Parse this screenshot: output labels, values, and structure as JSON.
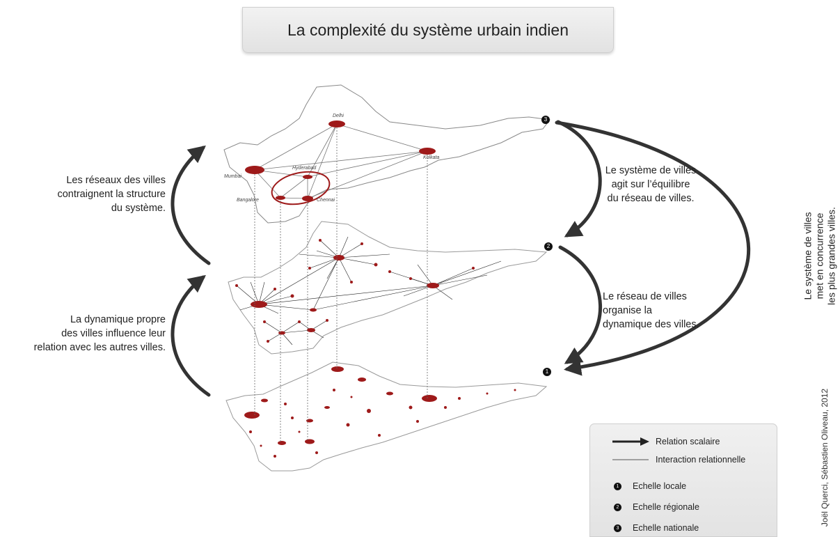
{
  "title": "La complexité du système urbain indien",
  "captions": {
    "left_top": [
      "Les réseaux des villes",
      "contraignent la structure",
      "du système."
    ],
    "left_bottom": [
      "La dynamique propre",
      "des villes influence leur",
      "relation avec les autres villes."
    ],
    "right_top": [
      "Le système de villes",
      "agit sur l’équilibre",
      "du réseau de villes."
    ],
    "right_middle": [
      "Le réseau de villes",
      "organise la",
      "dynamique des villes."
    ],
    "right_vertical": [
      "Le système de villes",
      "met en concurrence",
      "les plus grandes villes."
    ]
  },
  "level_markers": {
    "top": "3",
    "middle": "2",
    "bottom": "1"
  },
  "city_labels": {
    "delhi": "Delhi",
    "kolkata": "Kolkata",
    "mumbai": "Mumbai",
    "hyderabad": "Hyderabad",
    "bangalore": "Bangalore",
    "chennai": "Chennai"
  },
  "legend": {
    "relation_scalaire": "Relation scalaire",
    "interaction": "Interaction relationnelle",
    "local": {
      "num": "1",
      "label": "Echelle locale"
    },
    "regional": {
      "num": "2",
      "label": "Echelle régionale"
    },
    "national": {
      "num": "3",
      "label": "Echelle nationale"
    }
  },
  "credit": "Joël Querci, Sébastien Oliveau, 2012",
  "colors": {
    "city_red": "#9e1a1a",
    "arrow": "#333333",
    "map_outline": "#888888"
  }
}
